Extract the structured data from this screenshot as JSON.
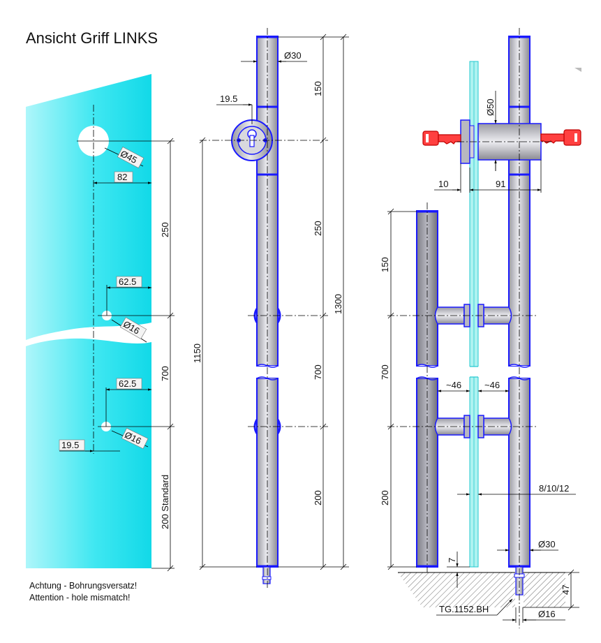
{
  "title": "Ansicht Griff LINKS",
  "notes": {
    "de": "Achtung - Bohrungsversatz!",
    "en": "Attention - hole mismatch!"
  },
  "drawing_number": "TG.1152.BH",
  "glass_view": {
    "hole_top_label": "Ø45",
    "hole_top_offset": "82",
    "hole_mid_label": "Ø16",
    "hole_mid_offset": "62.5",
    "hole_low_label": "Ø16",
    "hole_low_offset": "62.5",
    "edge_offset": "19.5",
    "dim_250": "250",
    "dim_700": "700",
    "dim_200_standard": "200 Standard"
  },
  "side_view": {
    "diameter": "Ø30",
    "lock_offset": "19.5",
    "dim_150": "150",
    "dim_250": "250",
    "dim_700": "700",
    "dim_200": "200",
    "dim_1150": "1150",
    "dim_1300": "1300"
  },
  "section_view": {
    "lock_diameter": "Ø50",
    "dim_10": "10",
    "dim_91": "91",
    "dim_150": "150",
    "dim_700": "700",
    "dim_200": "200",
    "standoff_left": "~46",
    "standoff_right": "~46",
    "glass_thickness": "8/10/12",
    "tube_diameter": "Ø30",
    "floor_gap": "7",
    "pin_height": "47",
    "pin_diameter": "Ø16"
  },
  "colors": {
    "glass_fill": "#22e4ee",
    "tube_outline": "#1a1aff",
    "key_color": "#e01010"
  }
}
